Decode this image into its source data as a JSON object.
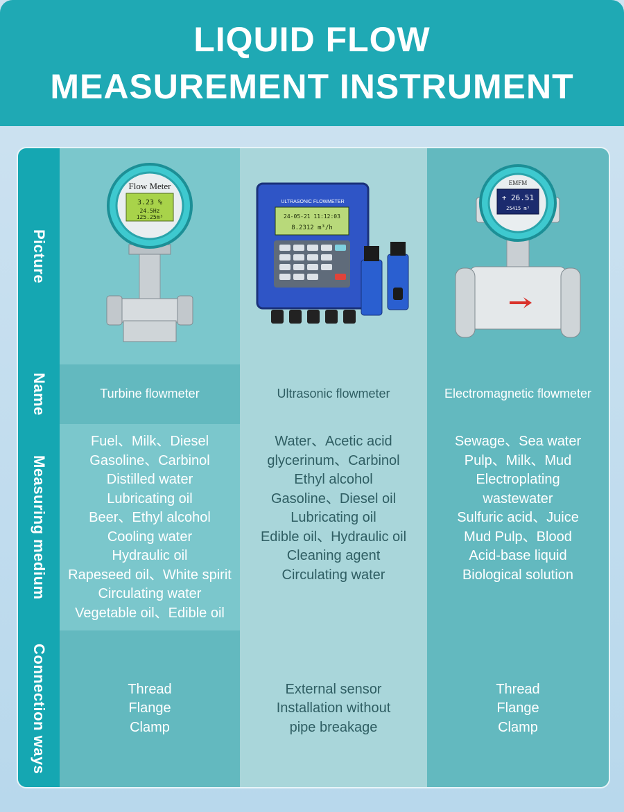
{
  "header": {
    "title_line1": "LIQUID FLOW",
    "title_line2": "MEASUREMENT INSTRUMENT"
  },
  "rows": {
    "picture": "Picture",
    "name": "Name",
    "medium": "Measuring medium",
    "connection": "Connection ways"
  },
  "products": [
    {
      "name": "Turbine flowmeter",
      "picture_icon": "turbine-flowmeter-image",
      "device_label": "Flow Meter",
      "screen": [
        "3.23 %",
        "24.5Hz",
        "125.25m³"
      ],
      "medium": [
        "Fuel、Milk、Diesel",
        "Gasoline、Carbinol",
        "Distilled water",
        "Lubricating oil",
        "Beer、Ethyl alcohol",
        "Cooling water",
        "Hydraulic oil",
        "Rapeseed oil、White spirit",
        "Circulating water",
        "Vegetable oil、Edible oil"
      ],
      "connection": [
        "Thread",
        "Flange",
        "Clamp"
      ]
    },
    {
      "name": "Ultrasonic flowmeter",
      "picture_icon": "ultrasonic-flowmeter-image",
      "device_label": "ULTRASONIC FLOWMETER",
      "screen": [
        "24-05-21  11:12:03",
        "8.2312 m³/h"
      ],
      "medium": [
        "Water、Acetic acid",
        "glycerinum、Carbinol",
        "Ethyl alcohol",
        "Gasoline、Diesel oil",
        "Lubricating oil",
        "Edible oil、Hydraulic oil",
        "Cleaning agent",
        "Circulating water"
      ],
      "connection": [
        "External sensor",
        "Installation without",
        "pipe breakage"
      ]
    },
    {
      "name": "Electromagnetic flowmeter",
      "picture_icon": "electromagnetic-flowmeter-image",
      "device_label": "EMFM",
      "screen": [
        "+ 26.51",
        "25415 m³"
      ],
      "medium": [
        "Sewage、Sea water",
        "Pulp、Milk、Mud",
        "Electroplating",
        "wastewater",
        "Sulfuric acid、Juice",
        "Mud Pulp、Blood",
        "Acid-base liquid",
        "Biological solution"
      ],
      "connection": [
        "Thread",
        "Flange",
        "Clamp"
      ]
    }
  ],
  "colors": {
    "header": "#1fa9b4",
    "label_column": "#15a7b2",
    "cell_dark": "#63b9bf",
    "cell_light": "#7bc7cc",
    "cell_mid": "#a9d6da"
  }
}
